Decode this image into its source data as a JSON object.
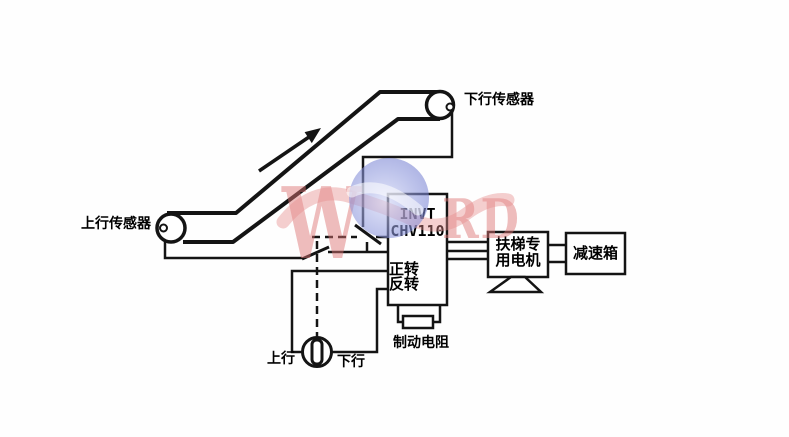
{
  "diagram": {
    "sensors": {
      "down": "下行传感器",
      "up": "上行传感器"
    },
    "inverter": {
      "brand": "INVT",
      "model": "CHV110",
      "forward": "正转",
      "reverse": "反转"
    },
    "motor": {
      "line1": "扶梯专",
      "line2": "用电机"
    },
    "gearbox": {
      "label": "减速箱"
    },
    "resistor": {
      "label": "制动电阻"
    },
    "selector": {
      "up": "上行",
      "down": "下行"
    },
    "watermark": {
      "w": "W",
      "rd": "RD",
      "red": "#de7676",
      "blue": "#8d97dd"
    },
    "line_color": "#141414"
  }
}
